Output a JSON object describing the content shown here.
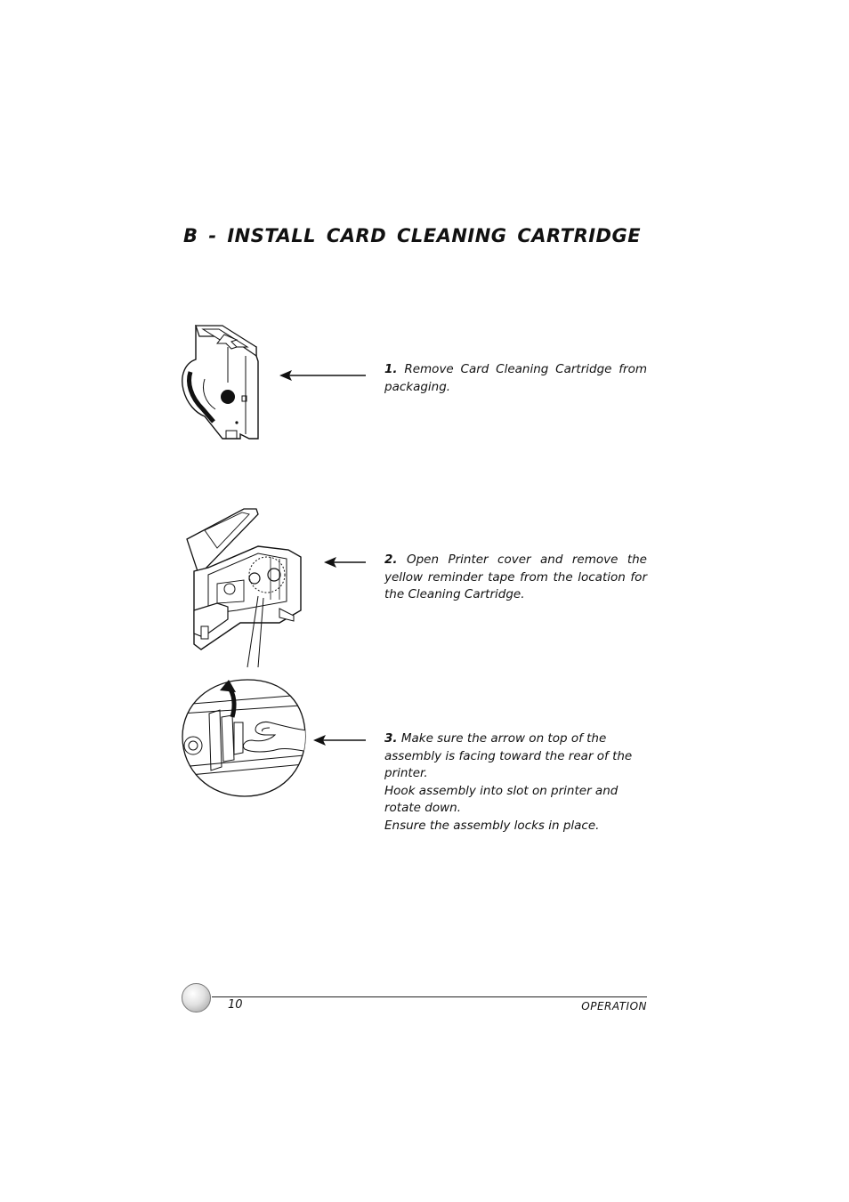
{
  "section_title": "B - INSTALL CARD CLEANING CARTRIDGE",
  "steps": [
    {
      "number": "1.",
      "text": "Remove Card Cleaning Cartridge from packaging."
    },
    {
      "number": "2.",
      "text": "Open Printer cover and remove the yellow reminder tape from the location for the Cleaning Cartridge."
    },
    {
      "number": "3.",
      "lines": [
        "Make sure the arrow on top of the assembly is facing toward the rear of the printer.",
        "Hook assembly into slot on printer and rotate down.",
        "Ensure the assembly locks in place."
      ]
    }
  ],
  "footer": {
    "page_number": "10",
    "section": "OPERATION"
  }
}
